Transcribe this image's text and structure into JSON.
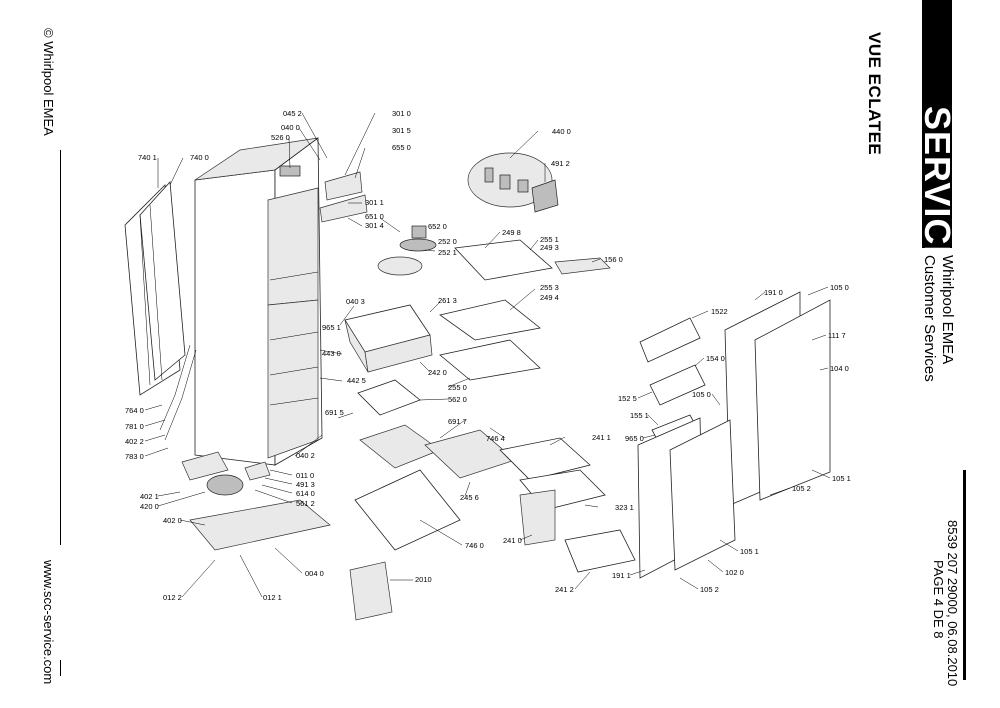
{
  "header": {
    "copyright": "© Whirlpool EMEA",
    "website": "www.scc-service.com",
    "title": "VUE ECLATEE",
    "service": "SERVICE",
    "brand_line1": "Whirlpool EMEA",
    "brand_line2": "Customer Services",
    "doc_ref": "8539 207 29000, 06.08.2010",
    "page": "PAGE 4 DE 8"
  },
  "diagram": {
    "labels": {
      "l0452": "045 2",
      "l0400": "040 0",
      "l5260": "526 0",
      "l3010": "301 0",
      "l3015": "301 5",
      "l6550": "655 0",
      "l7401": "740 1",
      "l7400": "740 0",
      "l3011": "301 1",
      "l6510": "651 0",
      "l3014": "301 4",
      "l6520": "652 0",
      "l2520": "252 0",
      "l2521": "252 1",
      "l4400": "440 0",
      "l4912": "491 2",
      "l2498": "249 8",
      "l2551": "255 1",
      "l2493": "249 3",
      "l1560": "156 0",
      "l2553": "255 3",
      "l2494": "249 4",
      "l0403": "040 3",
      "l2613": "261 3",
      "l9651": "965 1",
      "l4430": "443 0",
      "l2420": "242 0",
      "l4425": "442 5",
      "l2550": "255 0",
      "l5620": "562 0",
      "l6915": "691 5",
      "l6917": "691 7",
      "l7464": "746 4",
      "l2411": "241 1",
      "l7640": "764 0",
      "l7810": "781 0",
      "l4022": "402 2",
      "l7830": "783 0",
      "l0402": "040 2",
      "l0110": "011 0",
      "l4913": "491 3",
      "l6140": "614 0",
      "l5612": "561 2",
      "l2456": "245 6",
      "l3231": "323 1",
      "l4021": "402 1",
      "l4200": "420 0",
      "l4020": "402 0",
      "l7460": "746 0",
      "l2410": "241 0",
      "l0040": "004 0",
      "l2010": "2010",
      "l0122": "012 2",
      "l0121": "012 1",
      "l2412": "241 2",
      "l1522": "1522",
      "l1540": "154 0",
      "l1525": "152 5",
      "l1551": "155 1",
      "l1050": "105 0",
      "l9650": "965 0",
      "l1910": "191 0",
      "l1050r": "105 0",
      "l1117": "111 7",
      "l1040": "104 0",
      "l1051r": "105 1",
      "l1052": "105 2",
      "l1051": "105 1",
      "l1020": "102 0",
      "l1911": "191 1",
      "l1052b": "105 2"
    }
  }
}
